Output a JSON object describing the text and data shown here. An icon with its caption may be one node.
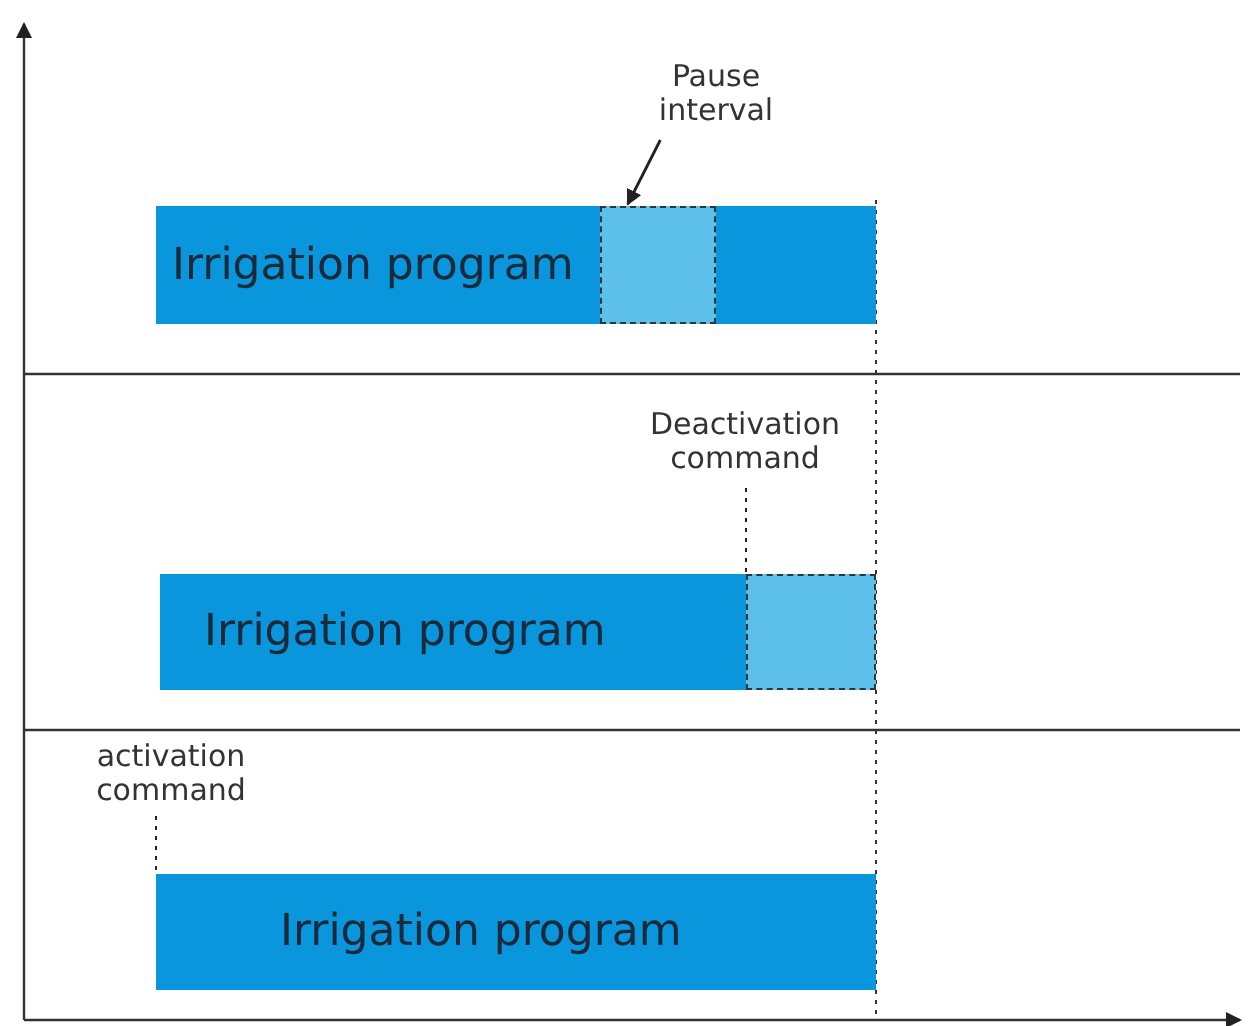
{
  "diagram": {
    "nodes": [
      {
        "text": [
          "Irrigation program"
        ]
      },
      {
        "text": [],
        "shape": "box",
        "in": 0
      },
      {
        "text": [
          "Pause interval"
        ]
      },
      {
        "text": [
          "Deactivation command"
        ]
      },
      {
        "text": [
          "Irrigation program"
        ]
      },
      {
        "text": [],
        "shape": "box",
        "in": 4
      },
      {
        "text": [
          "activation command"
        ]
      },
      {
        "text": [
          "Irrigation program"
        ]
      }
    ],
    "edges": [
      {
        "from": 2,
        "to": 1,
        "arrow": "to"
      },
      {
        "from": 3,
        "to": 5,
        "arrow": "none",
        "style": "dashed"
      },
      {
        "from": 6,
        "to": 7,
        "arrow": "none",
        "style": "dashed"
      }
    ]
  }
}
